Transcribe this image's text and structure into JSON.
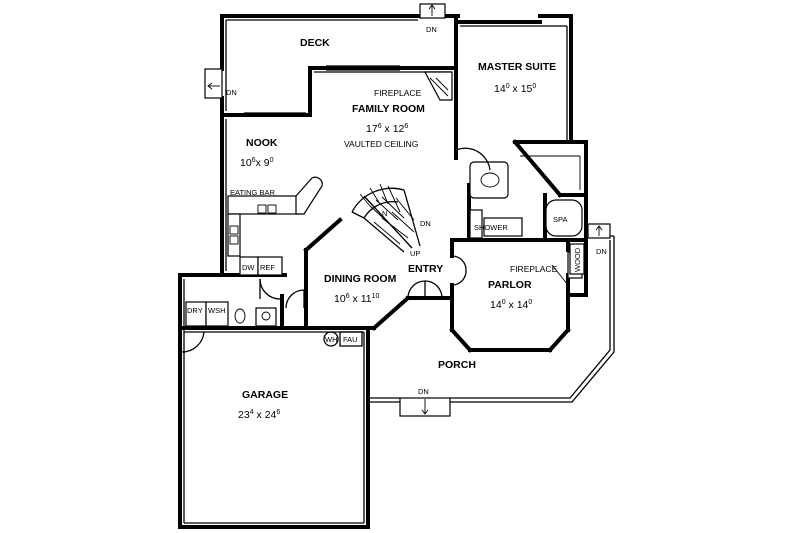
{
  "rooms": {
    "deck": {
      "name": "DECK"
    },
    "master_suite": {
      "name": "MASTER SUITE",
      "w_ft": "14",
      "w_in": "0",
      "sep": " x ",
      "d_ft": "15",
      "d_in": "0"
    },
    "family_room": {
      "name": "FAMILY ROOM",
      "w_ft": "17",
      "w_in": "6",
      "sep": " x ",
      "d_ft": "12",
      "d_in": "6",
      "note": "VAULTED CEILING"
    },
    "nook": {
      "name": "NOOK",
      "w_ft": "10",
      "w_in": "6",
      "sep": "x ",
      "d_ft": "9",
      "d_in": "0"
    },
    "dining_room": {
      "name": "DINING ROOM",
      "w_ft": "10",
      "w_in": "6",
      "sep": " x ",
      "d_ft": "11",
      "d_in": "10"
    },
    "entry": {
      "name": "ENTRY"
    },
    "parlor": {
      "name": "PARLOR",
      "w_ft": "14",
      "w_in": "0",
      "sep": " x ",
      "d_ft": "14",
      "d_in": "0"
    },
    "porch": {
      "name": "PORCH"
    },
    "garage": {
      "name": "GARAGE",
      "w_ft": "23",
      "w_in": "4",
      "sep": " x ",
      "d_ft": "24",
      "d_in": "6"
    }
  },
  "labels": {
    "fireplace_family": "FIREPLACE",
    "fireplace_parlor": "FIREPLACE",
    "eating_bar": "EATING BAR",
    "dw": "DW",
    "ref": "REF",
    "dry": "DRY",
    "wsh": "WSH",
    "wh": "WH",
    "fau": "FAU",
    "shower": "SHOWER",
    "spa": "SPA",
    "wood": "WOOD",
    "stair_dn": "DN",
    "stair_up": "UP",
    "stair_n": "N",
    "dn_deck_top": "DN",
    "dn_deck_left": "DN",
    "dn_right": "DN",
    "dn_porch": "DN"
  }
}
